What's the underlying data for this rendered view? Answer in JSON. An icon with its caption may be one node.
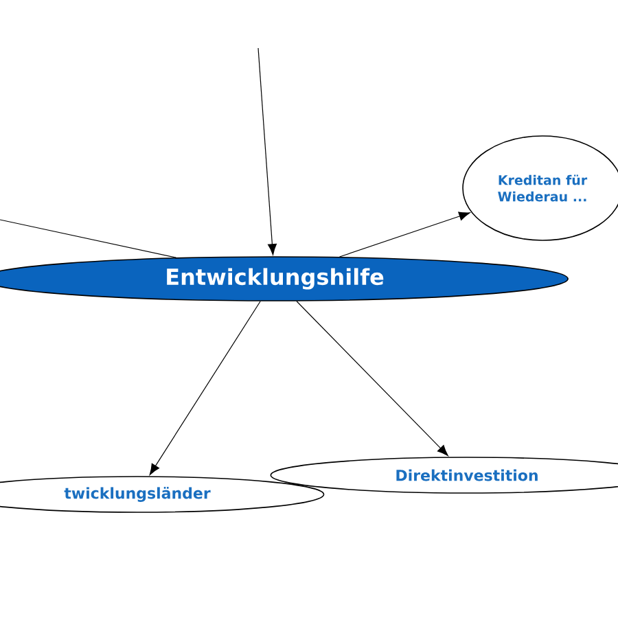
{
  "diagram": {
    "nodes": [
      {
        "text": [
          "Entwicklungshilfe"
        ]
      },
      {
        "text": [
          "Kreditan für Wiederau ..."
        ]
      },
      {
        "text": [
          "twicklungsländer"
        ]
      },
      {
        "text": [
          "Direktinvestition"
        ]
      }
    ],
    "edges": [
      {
        "from": null,
        "to": 0,
        "arrow": "to"
      },
      {
        "from": null,
        "to": 0,
        "arrow": "none"
      },
      {
        "from": 0,
        "to": 1,
        "arrow": "to"
      },
      {
        "from": 0,
        "to": 2,
        "arrow": "to"
      },
      {
        "from": 0,
        "to": 3,
        "arrow": "to"
      }
    ]
  }
}
